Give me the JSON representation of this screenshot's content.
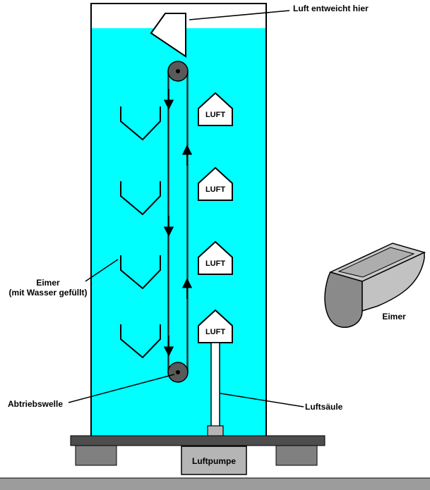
{
  "labels": {
    "air_escape": "Luft entweicht hier",
    "left_bucket_line1": "Eimer",
    "left_bucket_line2": "(mit Wasser gefüllt)",
    "drive_shaft": "Abtriebswelle",
    "air_column": "Luftsäule",
    "air_pump": "Luftpumpe",
    "bucket_3d": "Eimer"
  },
  "air_buckets": [
    "LUFT",
    "LUFT",
    "LUFT",
    "LUFT"
  ],
  "colors": {
    "water": "#00FFFF",
    "outline": "#000000",
    "pulley": "#595959",
    "belt": "#2E2E2E",
    "platform": "#4D4D4D",
    "legs": "#808080",
    "pump": "#B5B5B5",
    "connector": "#B5B5B5",
    "ground": "#9C9C9C",
    "bucket3d_rim": "#C9C9C9",
    "bucket3d_inner": "#ADADAD",
    "bucket3d_body": "#C2C2C2",
    "bucket3d_end": "#8A8A8A"
  }
}
